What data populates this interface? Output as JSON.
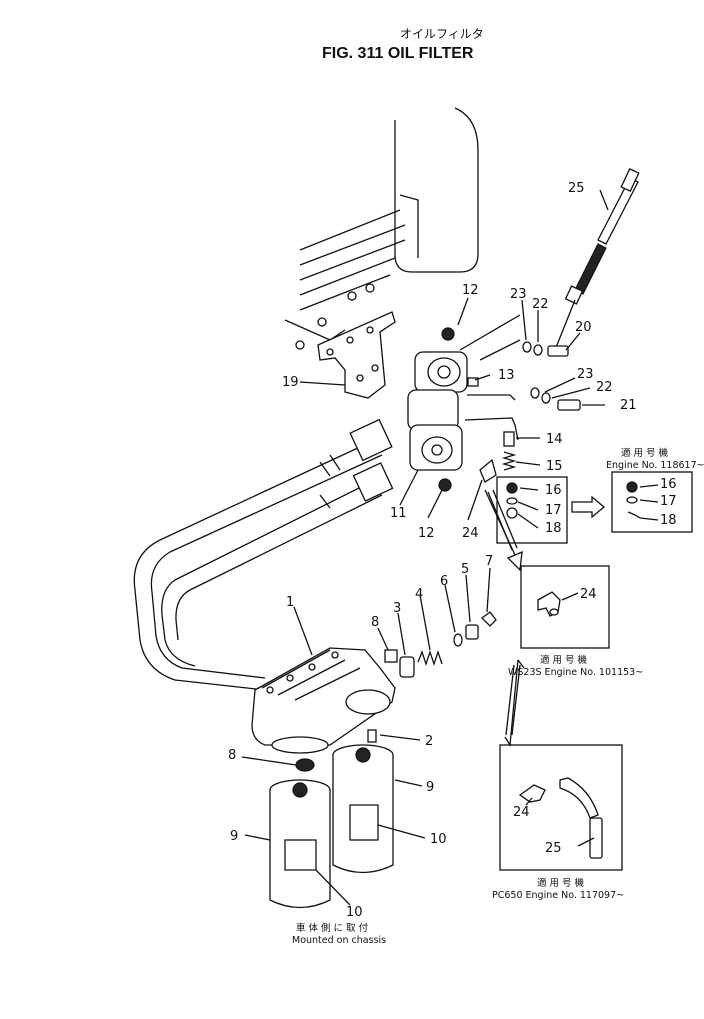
{
  "title": {
    "japanese": "オイルフィルタ",
    "english": "FIG. 311  OIL FILTER"
  },
  "callouts": [
    "25",
    "23",
    "22",
    "20",
    "12",
    "13",
    "19",
    "23",
    "22",
    "21",
    "14",
    "15",
    "16",
    "17",
    "18",
    "11",
    "12",
    "24",
    "7",
    "5",
    "6",
    "4",
    "3",
    "8",
    "1",
    "2",
    "8",
    "9",
    "9",
    "10",
    "10"
  ],
  "insets": {
    "a": {
      "header": "適 用 号 機",
      "note": "Engine No. 118617~",
      "parts": [
        "16",
        "17",
        "18"
      ]
    },
    "b": {
      "header": "適 用 号 機",
      "note": "WS23S  Engine No. 101153~",
      "parts": [
        "24"
      ]
    },
    "c": {
      "header": "適 用 号 機",
      "note": "PC650  Engine No. 117097~",
      "parts": [
        "24",
        "25"
      ]
    }
  },
  "mount_note": {
    "japanese": "車 体 側 に 取 付",
    "english": "Mounted  on  chassis"
  }
}
